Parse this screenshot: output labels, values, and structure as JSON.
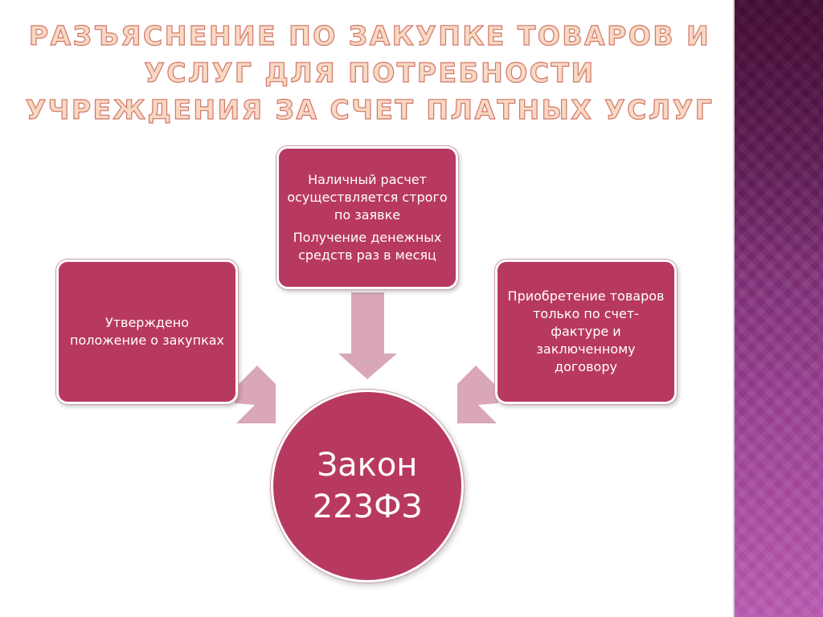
{
  "title": "Разъяснение по закупке товаров и услуг для потребности учреждения за счет платных услуг",
  "center": {
    "label": "Закон\n223ФЗ"
  },
  "boxes": {
    "top": {
      "lines": [
        "Наличный расчет осуществляется строго по заявке",
        "Получение денежных средств раз в месяц"
      ]
    },
    "left": {
      "lines": [
        "Утверждено положение о закупках"
      ]
    },
    "right": {
      "lines": [
        "Приобретение товаров только по счет-фактуре  и заключенному договору"
      ]
    }
  },
  "colors": {
    "node_fill": "#b8395f",
    "arrow_fill": "#d9a7b6",
    "title_fill": "#f8d9c3",
    "title_outline": "#d3776a",
    "side_panel": "#7b2c72"
  }
}
